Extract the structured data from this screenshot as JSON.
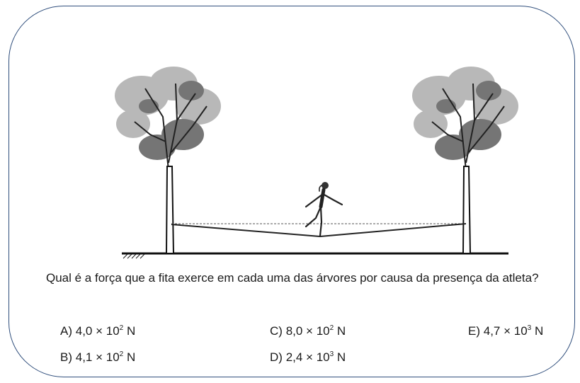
{
  "question": "Qual é a força que a fita exerce em cada uma das árvores por causa da presença da atleta?",
  "options": [
    {
      "letter": "A)",
      "mantissa": "4,0 × 10",
      "exponent": "2",
      "unit": " N"
    },
    {
      "letter": "B)",
      "mantissa": "4,1 × 10",
      "exponent": "2",
      "unit": " N"
    },
    {
      "letter": "C)",
      "mantissa": "8,0 × 10",
      "exponent": "2",
      "unit": " N"
    },
    {
      "letter": "D)",
      "mantissa": "2,4 × 10",
      "exponent": "3",
      "unit": " N"
    },
    {
      "letter": "E)",
      "mantissa": "4,7 × 10",
      "exponent": "3",
      "unit": " N"
    }
  ],
  "colors": {
    "border": "#2e4d7b",
    "ink": "#1a1a1a",
    "foliage_light": "#b5b5b5",
    "foliage_dark": "#6e6e6e"
  }
}
